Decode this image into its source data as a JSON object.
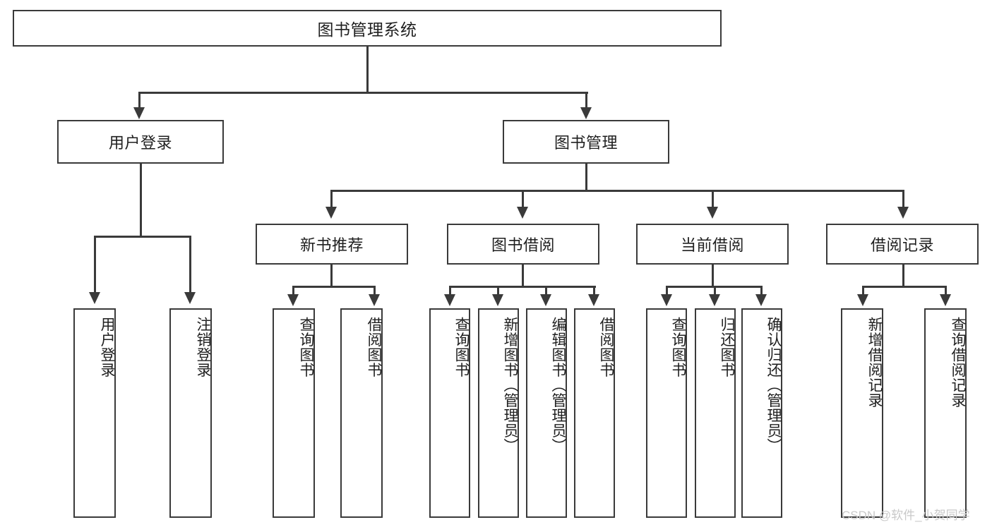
{
  "diagram": {
    "title": "图书管理系统",
    "type": "tree-hierarchy-diagram",
    "theme": {
      "stroke": "#3a3a3a",
      "fill": "#ffffff",
      "text": "#1f1f1f",
      "watermark": "#c9c9c9"
    },
    "nodes": {
      "root": {
        "label": "图书管理系统"
      },
      "level2": [
        {
          "label": "用户登录"
        },
        {
          "label": "图书管理"
        }
      ],
      "level3": [
        {
          "label": "新书推荐"
        },
        {
          "label": "图书借阅"
        },
        {
          "label": "当前借阅"
        },
        {
          "label": "借阅记录"
        }
      ],
      "leaves": {
        "user_login": [
          {
            "label": "用户登录"
          },
          {
            "label": "注销登录"
          }
        ],
        "new_book_recommend": [
          {
            "label": "查询图书"
          },
          {
            "label": "借阅图书"
          }
        ],
        "book_borrow": [
          {
            "label": "查询图书"
          },
          {
            "label": "新增图书（管理员）"
          },
          {
            "label": "编辑图书（管理员）"
          },
          {
            "label": "借阅图书"
          }
        ],
        "current_borrow": [
          {
            "label": "查询图书"
          },
          {
            "label": "归还图书"
          },
          {
            "label": "确认归还（管理员）"
          }
        ],
        "borrow_record": [
          {
            "label": "新增借阅记录"
          },
          {
            "label": "查询借阅记录"
          }
        ]
      }
    },
    "watermark": "CSDN @软件_小贺同学"
  }
}
